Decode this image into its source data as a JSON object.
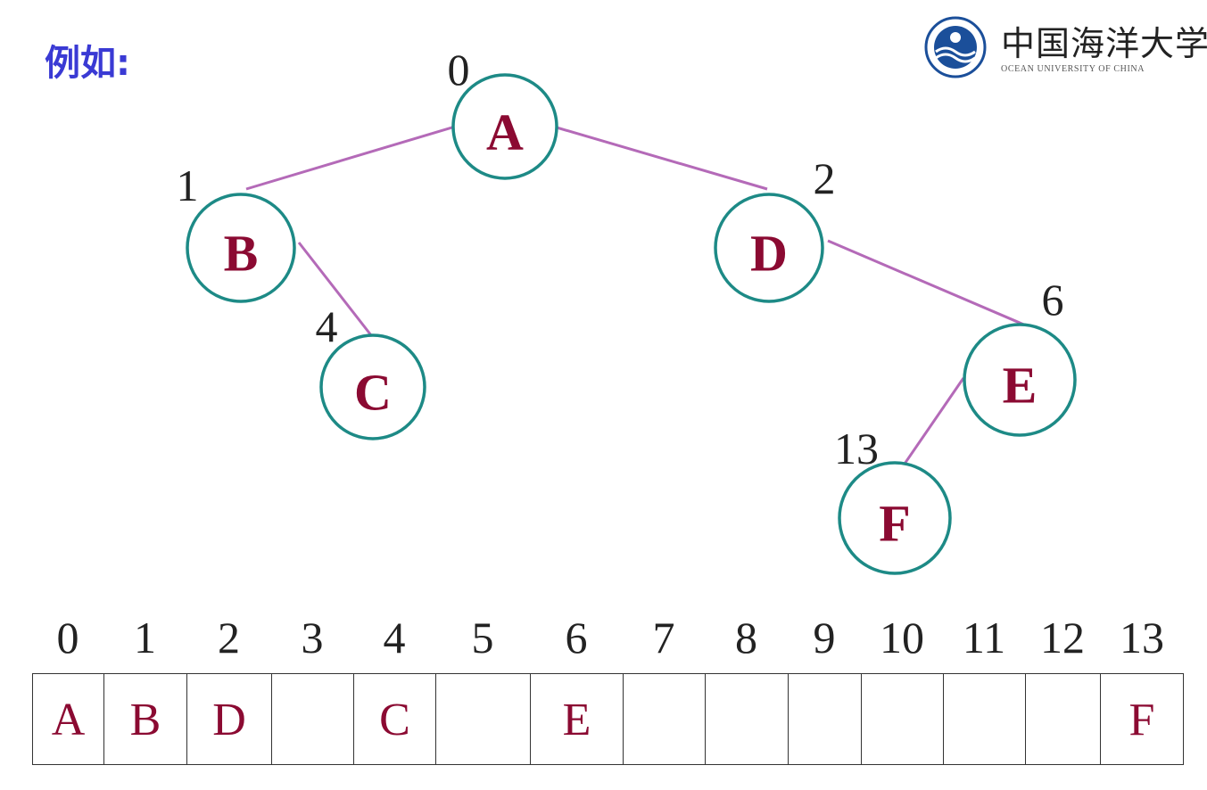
{
  "heading": "例如:",
  "logo": {
    "name_cn": "中国海洋大学",
    "name_en": "OCEAN UNIVERSITY OF CHINA"
  },
  "tree": {
    "nodes": [
      {
        "id": "A",
        "label": "A",
        "index": "0"
      },
      {
        "id": "B",
        "label": "B",
        "index": "1"
      },
      {
        "id": "D",
        "label": "D",
        "index": "2"
      },
      {
        "id": "C",
        "label": "C",
        "index": "4"
      },
      {
        "id": "E",
        "label": "E",
        "index": "6"
      },
      {
        "id": "F",
        "label": "F",
        "index": "13"
      }
    ],
    "edges": [
      [
        "A",
        "B"
      ],
      [
        "A",
        "D"
      ],
      [
        "B",
        "C"
      ],
      [
        "D",
        "E"
      ],
      [
        "E",
        "F"
      ]
    ]
  },
  "array": {
    "indices": [
      "0",
      "1",
      "2",
      "3",
      "4",
      "5",
      "6",
      "7",
      "8",
      "9",
      "10",
      "11",
      "12",
      "13"
    ],
    "cells": [
      "A",
      "B",
      "D",
      "",
      "C",
      "",
      "E",
      "",
      "",
      "",
      "",
      "",
      "",
      "F"
    ]
  },
  "colors": {
    "heading": "#3a3ad4",
    "node_border": "#1d8a86",
    "node_text": "#8b0a32",
    "edge": "#b46ab8"
  }
}
